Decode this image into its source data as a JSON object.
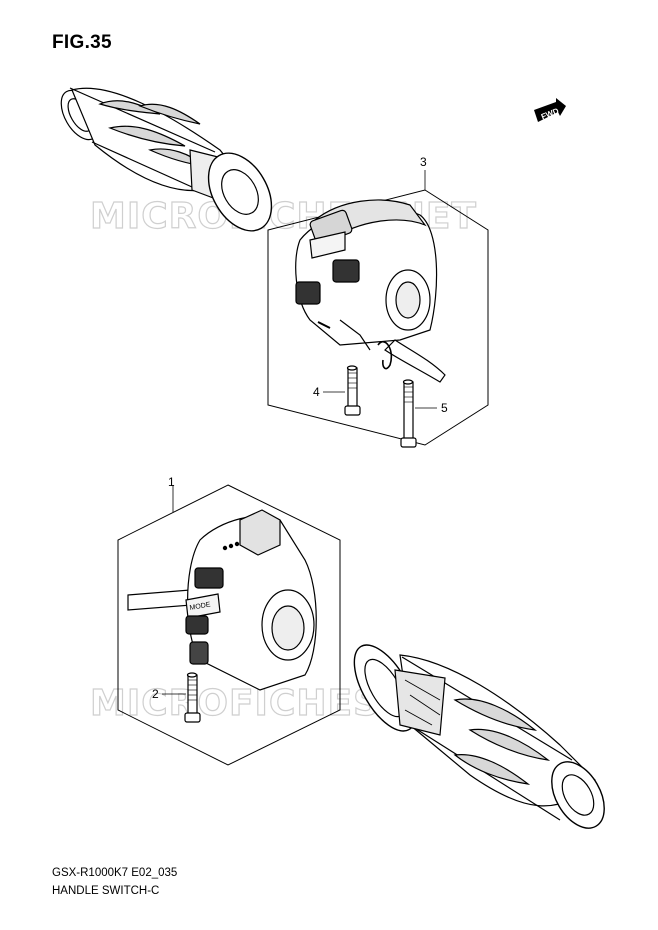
{
  "figure": {
    "title": "FIG.35",
    "model_code": "GSX-R1000K7 E02_035",
    "caption": "HANDLE SWITCH-C"
  },
  "watermark": "MICROFICHES.NET",
  "direction_arrow": {
    "label": "FWD",
    "icon": "forward-arrow-icon"
  },
  "callouts": [
    "1",
    "2",
    "3",
    "4",
    "5"
  ],
  "switch_labels": {
    "mode": "MODE"
  },
  "colors": {
    "line": "#000000",
    "watermark": "#cfcfcf",
    "background": "#ffffff"
  }
}
